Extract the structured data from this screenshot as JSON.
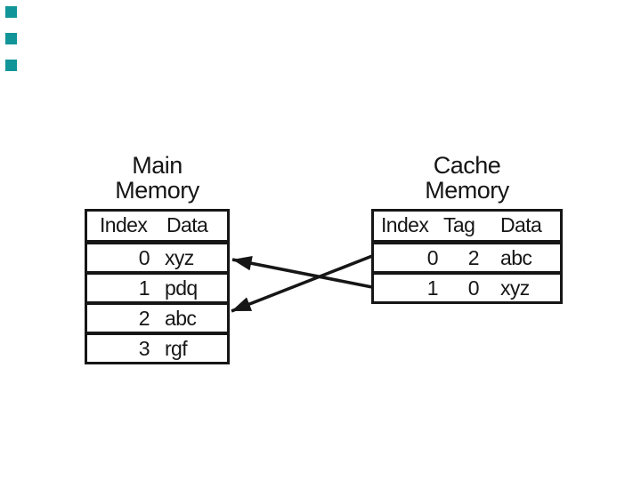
{
  "slide": {
    "background": "#ffffff",
    "accent_square_color": "#129598",
    "accent_square_count": 3
  },
  "main_memory": {
    "title_line1": "Main",
    "title_line2": "Memory",
    "columns": [
      "Index",
      "Data"
    ],
    "rows": [
      {
        "index": "0",
        "data": "xyz"
      },
      {
        "index": "1",
        "data": "pdq"
      },
      {
        "index": "2",
        "data": "abc"
      },
      {
        "index": "3",
        "data": "rgf"
      }
    ]
  },
  "cache_memory": {
    "title_line1": "Cache",
    "title_line2": "Memory",
    "columns": [
      "Index",
      "Tag",
      "Data"
    ],
    "rows": [
      {
        "index": "0",
        "tag": "2",
        "data": "abc"
      },
      {
        "index": "1",
        "tag": "0",
        "data": "xyz"
      }
    ]
  },
  "arrows": [
    {
      "from": "cache_row_0",
      "to": "main_row_2"
    },
    {
      "from": "cache_row_1",
      "to": "main_row_0"
    }
  ],
  "colors": {
    "ink": "#161616",
    "accent": "#129598",
    "background": "#ffffff"
  }
}
